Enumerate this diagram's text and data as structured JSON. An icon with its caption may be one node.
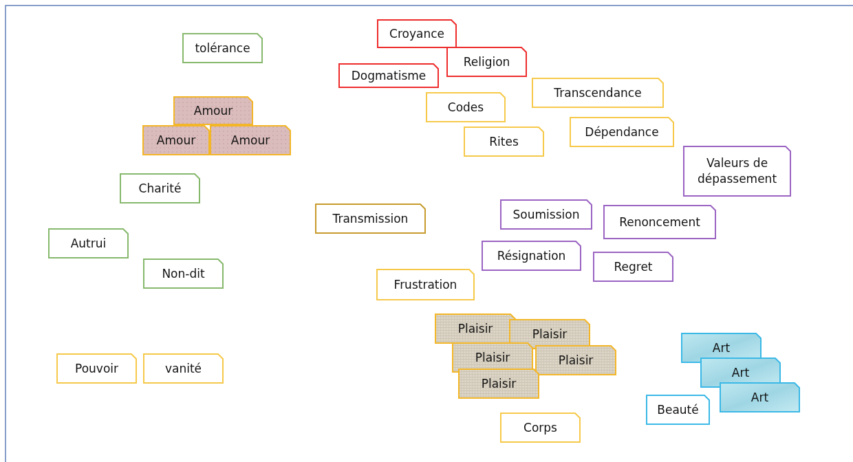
{
  "diagram": {
    "nodes": [
      {
        "text": [
          "Croyance"
        ]
      },
      {
        "text": [
          "tolérance"
        ]
      },
      {
        "text": [
          "Religion"
        ]
      },
      {
        "text": [
          "Dogmatisme"
        ]
      },
      {
        "text": [
          "Transcendance"
        ]
      },
      {
        "text": [
          "Codes"
        ]
      },
      {
        "text": [
          "Amour"
        ]
      },
      {
        "text": [
          "Amour"
        ]
      },
      {
        "text": [
          "Amour"
        ]
      },
      {
        "text": [
          "Dépendance"
        ]
      },
      {
        "text": [
          "Rites"
        ]
      },
      {
        "text": [
          "Valeurs de dépassement"
        ]
      },
      {
        "text": [
          "Charité"
        ]
      },
      {
        "text": [
          "Soumission"
        ]
      },
      {
        "text": [
          "Transmission"
        ]
      },
      {
        "text": [
          "Renoncement"
        ]
      },
      {
        "text": [
          "Autrui"
        ]
      },
      {
        "text": [
          "Résignation"
        ]
      },
      {
        "text": [
          "Regret"
        ]
      },
      {
        "text": [
          "Non-dit"
        ]
      },
      {
        "text": [
          "Frustration"
        ]
      },
      {
        "text": [
          "Plaisir"
        ]
      },
      {
        "text": [
          "Plaisir"
        ]
      },
      {
        "text": [
          "Plaisir"
        ]
      },
      {
        "text": [
          "Plaisir"
        ]
      },
      {
        "text": [
          "Plaisir"
        ]
      },
      {
        "text": [
          "Art"
        ]
      },
      {
        "text": [
          "Art"
        ]
      },
      {
        "text": [
          "Art"
        ]
      },
      {
        "text": [
          "Pouvoir"
        ]
      },
      {
        "text": [
          "vanité"
        ]
      },
      {
        "text": [
          "Beauté"
        ]
      },
      {
        "text": [
          "Corps"
        ]
      }
    ]
  }
}
